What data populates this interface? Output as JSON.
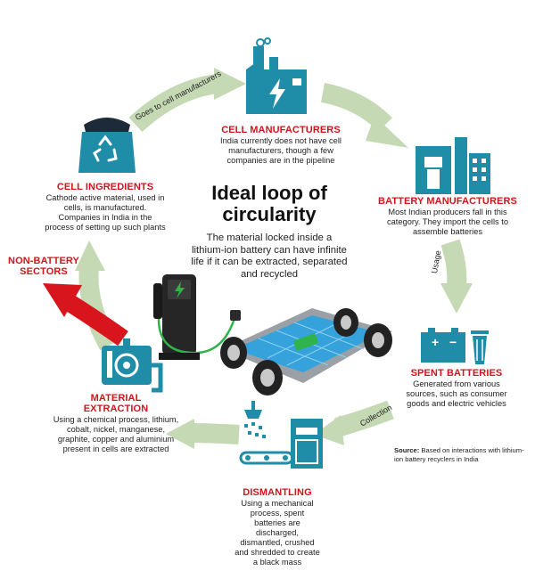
{
  "center": {
    "headline_line1": "Ideal loop of",
    "headline_line2": "circularity",
    "subtitle": "The material locked inside a lithium-ion battery can have infinite life if it can be extracted, separated and recycled"
  },
  "stages": {
    "cell_manufacturers": {
      "title": "CELL MANUFACTURERS",
      "description": "India currently does not have cell manufacturers, though a few companies are in the pipeline",
      "icon": "factory-lightning-icon"
    },
    "battery_manufacturers": {
      "title": "BATTERY MANUFACTURERS",
      "description": "Most Indian producers fall in this category. They import the cells to assemble batteries",
      "icon": "battery-factory-icon"
    },
    "spent_batteries": {
      "title": "SPENT BATTERIES",
      "description": "Generated from various sources, such as consumer goods and electric vehicles",
      "icon": "battery-bin-icon"
    },
    "dismantling": {
      "title": "DISMANTLING",
      "description": "Using a mechanical process, spent batteries are discharged, dismantled, crushed and shredded to create a black mass",
      "icon": "crusher-conveyor-icon"
    },
    "material_extraction": {
      "title_line1": "MATERIAL",
      "title_line2": "EXTRACTION",
      "description": "Using a chemical process, lithium, cobalt, nickel, manganese, graphite, copper and aluminium present in cells are extracted",
      "icon": "extraction-tank-icon"
    },
    "cell_ingredients": {
      "title": "CELL INGREDIENTS",
      "description": "Cathode active material, used in cells, is manufactured. Companies in India in the process of setting up such plants",
      "icon": "recycle-sack-icon"
    }
  },
  "non_battery": {
    "line1": "NON-BATTERY",
    "line2": "SECTORS"
  },
  "arrow_labels": {
    "goes_to": "Goes to cell manufacturers",
    "usage": "Usage",
    "collection": "Collection"
  },
  "source": {
    "label": "Source:",
    "text": "Based on interactions with lithium-ion battery recyclers in India"
  },
  "colors": {
    "accent_red": "#d4141c",
    "teal_icon": "#1f8ca8",
    "arrow_green": "#c5d9b4",
    "arrow_red": "#d8141c",
    "charger_green": "#2fb34a",
    "car_blue": "#35a2db"
  }
}
